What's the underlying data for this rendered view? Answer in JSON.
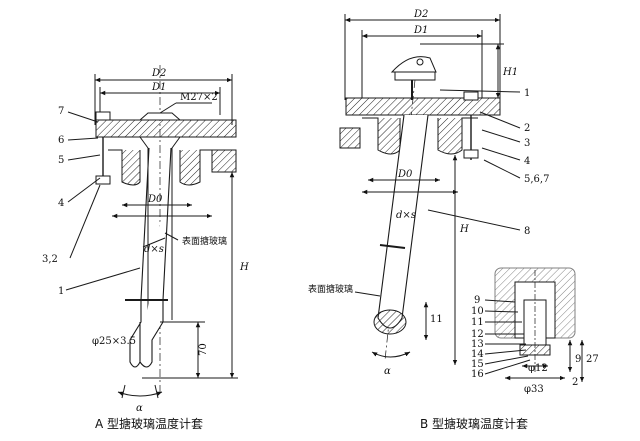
{
  "figure_a": {
    "caption": "A 型搪玻璃温度计套",
    "dims": {
      "D2": "D2",
      "D1": "D1",
      "D0": "D0",
      "thread": "M27×2",
      "dxs": "d×s",
      "tip": "φ25×3.5",
      "h70": "70",
      "H": "H",
      "alpha": "α"
    },
    "note_glass": "表面搪玻璃",
    "callouts": [
      "7",
      "6",
      "5",
      "4",
      "3,2",
      "1"
    ]
  },
  "figure_b": {
    "caption": "B 型搪玻璃温度计套",
    "dims": {
      "D2": "D2",
      "D1": "D1",
      "D0": "D0",
      "H1": "H1",
      "dxs": "d×s",
      "H": "H",
      "h11": "11",
      "alpha": "α",
      "d12": "φ12",
      "d33": "φ33",
      "d2": "2",
      "d9": "9",
      "d27": "27"
    },
    "note_glass": "表面搪玻璃",
    "callouts": [
      "1",
      "2",
      "3",
      "4",
      "5,6,7",
      "8",
      "9",
      "10",
      "11",
      "12",
      "13",
      "14",
      "15",
      "16"
    ]
  },
  "colors": {
    "line": "#1a1a1a",
    "hatch": "#333333",
    "bg": "#ffffff"
  }
}
